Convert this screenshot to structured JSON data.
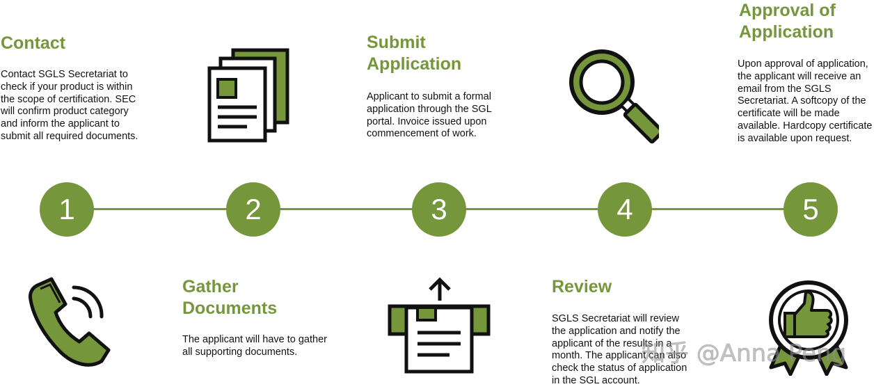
{
  "colors": {
    "accent": "#76963c",
    "ink": "#111111",
    "background": "#ffffff"
  },
  "steps": [
    {
      "number": "1",
      "title": "Contact",
      "description": "Contact SGLS Secretariat to\ncheck if your product is within\nthe scope of certification. SEC\nwill confirm product category\nand inform the applicant to\nsubmit all required documents.",
      "icon": "phone-icon"
    },
    {
      "number": "2",
      "title": "Gather\nDocuments",
      "description": "The applicant will have to gather\nall supporting documents.",
      "icon": "documents-icon"
    },
    {
      "number": "3",
      "title": "Submit\nApplication",
      "description": "Applicant to submit a formal\napplication through the SGL\nportal. Invoice issued upon\ncommencement of work.",
      "icon": "upload-document-icon"
    },
    {
      "number": "4",
      "title": "Review",
      "description": "SGLS Secretariat will review\nthe application and notify the\napplicant of the results in a\nmonth. The applicant can also\ncheck the status of application\nin the SGL account.",
      "icon": "magnifier-icon"
    },
    {
      "number": "5",
      "title": "Approval of\nApplication",
      "description": "Upon approval of application,\nthe applicant will receive an\nemail from the SGLS\nSecretariat. A softcopy of the\ncertificate will be made\navailable. Hardcopy certificate\nis available upon request.",
      "icon": "thumbs-up-award-icon"
    }
  ],
  "watermark": "知乎 @Anna Peng"
}
